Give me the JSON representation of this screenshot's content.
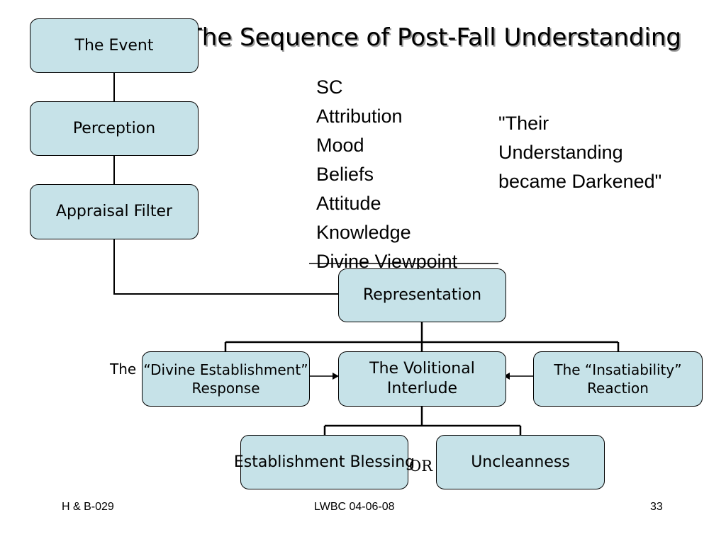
{
  "title": "The Sequence of Post-Fall Understanding",
  "nodes": {
    "event": "The Event",
    "perception": "Perception",
    "appraisal": "Appraisal Filter",
    "representation": "Representation",
    "divine_prefix": "The",
    "divine_line1": "“Divine Establishment”",
    "divine_line2": "Response",
    "volitional_line1": "The Volitional",
    "volitional_line2": "Interlude",
    "insatiability_line1": "The “Insatiability”",
    "insatiability_line2": "Reaction",
    "blessing": "Establishment Blessing",
    "uncleanness": "Uncleanness",
    "or": "OR"
  },
  "appraisal_factors": [
    "SC",
    "Attribution",
    "Mood",
    "Beliefs",
    "Attitude",
    "Knowledge",
    "Divine Viewpoint"
  ],
  "quote": "\"Their Understanding became Darkened\"",
  "footer": {
    "left": "H & B-029",
    "center": "LWBC 04-06-08",
    "page_number": "33"
  },
  "colors": {
    "box_fill": "#c6e2e8",
    "line": "#000000"
  }
}
